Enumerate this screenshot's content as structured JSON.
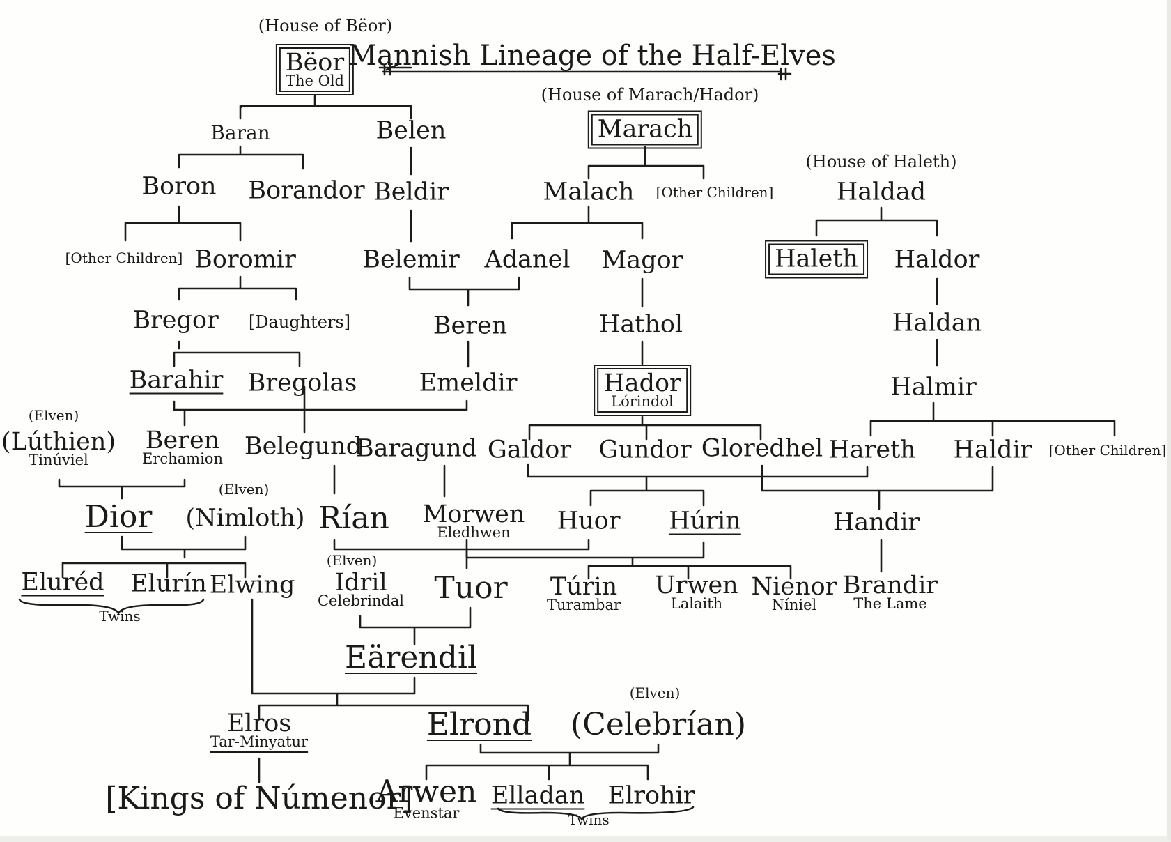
{
  "title": "Mannish Lineage of the Half-Elves",
  "house_labels": {
    "beor": "(House of Bëor)",
    "marach": "(House of Marach/Hador)",
    "haleth": "(House of Haleth)"
  },
  "elven_label": "(Elven)",
  "twins_label": "Twins",
  "people": {
    "beor": "Bëor",
    "beor_sub": "The Old",
    "baran": "Baran",
    "belen": "Belen",
    "boron": "Boron",
    "borandor": "Borandor",
    "beldir": "Beldir",
    "other_children_1": "[Other Children]",
    "boromir": "Boromir",
    "belemir": "Belemir",
    "bregor": "Bregor",
    "daughters": "[Daughters]",
    "barahir": "Barahir",
    "bregolas": "Bregolas",
    "luthien": "(Lúthien)",
    "luthien_sub": "Tinúviel",
    "beren_e": "Beren",
    "beren_e_sub": "Erchamion",
    "belegund": "Belegund",
    "baragund": "Baragund",
    "dior": "Dior",
    "nimloth": "(Nimloth)",
    "rian": "Rían",
    "morwen": "Morwen",
    "morwen_sub": "Eledhwen",
    "elured": "Eluréd",
    "elurin": "Elurín",
    "elwing": "Elwing",
    "idril": "Idril",
    "idril_sub": "Celebrindal",
    "tuor": "Tuor",
    "earendil": "Eärendil",
    "elros": "Elros",
    "elros_sub": "Tar-Minyatur",
    "elrond": "Elrond",
    "celebrian": "(Celebrían)",
    "kings": "[Kings of Númenor]",
    "arwen": "Arwen",
    "arwen_sub": "Evenstar",
    "elladan": "Elladan",
    "elrohir": "Elrohir",
    "marach": "Marach",
    "malach": "Malach",
    "other_children_2": "[Other Children]",
    "adanel": "Adanel",
    "magor": "Magor",
    "beren": "Beren",
    "emeldir": "Emeldir",
    "hathol": "Hathol",
    "hador": "Hador",
    "hador_sub": "Lórindol",
    "galdor": "Galdor",
    "gundor": "Gundor",
    "gloredhel": "Gloredhel",
    "huor": "Huor",
    "hurin": "Húrin",
    "turin": "Túrin",
    "turin_sub": "Turambar",
    "urwen": "Urwen",
    "urwen_sub": "Lalaith",
    "nienor": "Nienor",
    "nienor_sub": "Níniel",
    "haldad": "Haldad",
    "haleth": "Haleth",
    "haldor": "Haldor",
    "haldan": "Haldan",
    "halmir": "Halmir",
    "hareth": "Hareth",
    "haldir": "Haldir",
    "other_children_3": "[Other Children]",
    "handir": "Handir",
    "brandir": "Brandir",
    "brandir_sub": "The Lame"
  },
  "colors": {
    "ink": "#1a1a1a",
    "paper": "#fefefd"
  }
}
